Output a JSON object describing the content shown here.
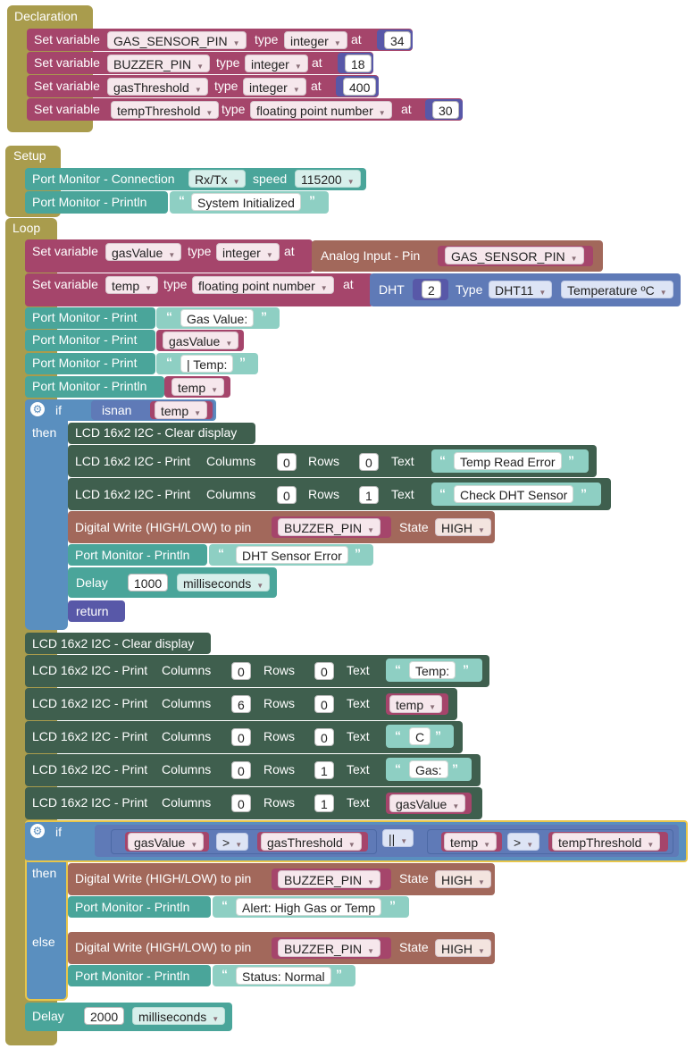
{
  "declaration": {
    "title": "Declaration",
    "set_label": "Set variable",
    "type_label": "type",
    "at_label": "at",
    "vars": [
      {
        "name": "GAS_SENSOR_PIN",
        "type": "integer",
        "value": "34"
      },
      {
        "name": "BUZZER_PIN",
        "type": "integer",
        "value": "18"
      },
      {
        "name": "gasThreshold",
        "type": "integer",
        "value": "400"
      },
      {
        "name": "tempThreshold",
        "type": "floating point number",
        "value": "30"
      }
    ]
  },
  "setup": {
    "title": "Setup",
    "conn_label": "Port Monitor - Connection",
    "conn_port": "Rx/Tx",
    "speed_label": "speed",
    "speed_value": "115200",
    "println_label": "Port Monitor - Println",
    "println_text": "System Initialized"
  },
  "loop": {
    "title": "Loop",
    "set_gas": {
      "label": "Set variable",
      "name": "gasValue",
      "type_label": "type",
      "type": "integer",
      "at": "at",
      "analog_label": "Analog Input - Pin",
      "pin": "GAS_SENSOR_PIN"
    },
    "set_temp": {
      "label": "Set variable",
      "name": "temp",
      "type_label": "type",
      "type": "floating point number",
      "at": "at",
      "dht_label": "DHT",
      "dht_pin": "2",
      "dht_type_label": "Type",
      "dht_type": "DHT11",
      "measure": "Temperature ºC"
    },
    "prints": [
      {
        "label": "Port Monitor - Print",
        "value": "Gas Value:"
      },
      {
        "label": "Port Monitor - Print",
        "value": "gasValue"
      },
      {
        "label": "Port Monitor - Print",
        "value": "| Temp:"
      },
      {
        "label": "Port Monitor - Println",
        "value": "temp"
      }
    ],
    "if1": {
      "if_label": "if",
      "then_label": "then",
      "isnan_label": "isnan",
      "var": "temp",
      "clear": "LCD 16x2 I2C - Clear display",
      "print_label": "LCD 16x2 I2C - Print",
      "cols_label": "Columns",
      "rows_label": "Rows",
      "text_label": "Text",
      "lcd1": {
        "col": "0",
        "row": "0",
        "text": "Temp Read Error"
      },
      "lcd2": {
        "col": "0",
        "row": "1",
        "text": "Check DHT Sensor"
      },
      "dw_label": "Digital Write (HIGH/LOW) to pin",
      "dw_pin": "BUZZER_PIN",
      "state_label": "State",
      "state": "HIGH",
      "println_label": "Port Monitor - Println",
      "println_text": "DHT Sensor Error",
      "delay_label": "Delay",
      "delay_value": "1000",
      "delay_unit": "milliseconds",
      "return_label": "return"
    },
    "clear2": "LCD 16x2 I2C - Clear display",
    "lcd_rows": [
      {
        "col": "0",
        "row": "0",
        "text": "Temp:",
        "kind": "str"
      },
      {
        "col": "6",
        "row": "0",
        "text": "temp",
        "kind": "var"
      },
      {
        "col": "0",
        "row": "0",
        "text": "C",
        "kind": "str"
      },
      {
        "col": "0",
        "row": "1",
        "text": "Gas:",
        "kind": "str"
      },
      {
        "col": "0",
        "row": "1",
        "text": "gasValue",
        "kind": "var"
      }
    ],
    "if2": {
      "if_label": "if",
      "then_label": "then",
      "else_label": "else",
      "cond": {
        "a": "gasValue",
        "op1": ">",
        "b": "gasThreshold",
        "or": "||",
        "c": "temp",
        "op2": ">",
        "d": "tempThreshold"
      },
      "then_dw": {
        "pin": "BUZZER_PIN",
        "state": "HIGH"
      },
      "then_println": "Alert: High Gas or Temp",
      "else_dw": {
        "pin": "BUZZER_PIN",
        "state": "HIGH"
      },
      "else_println": "Status: Normal"
    },
    "delay": {
      "label": "Delay",
      "value": "2000",
      "unit": "milliseconds"
    }
  }
}
